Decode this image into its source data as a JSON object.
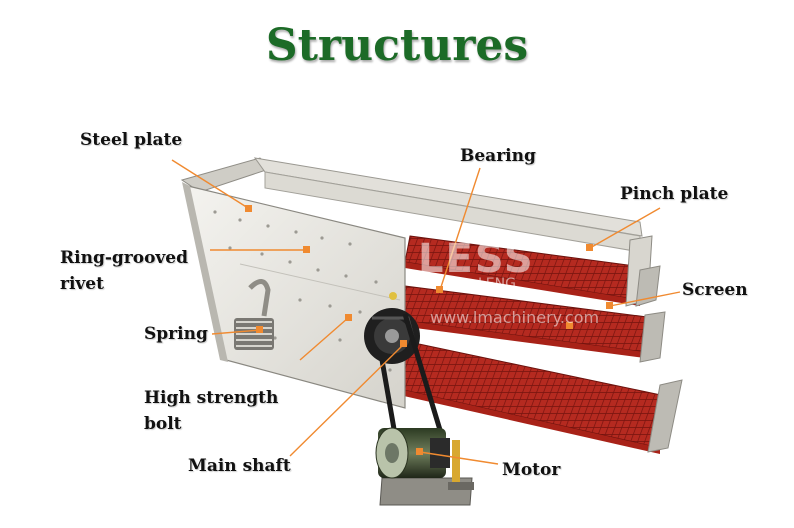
{
  "title": "Structures",
  "labels": {
    "steel_plate": "Steel plate",
    "bearing": "Bearing",
    "pinch_plate": "Pinch plate",
    "ring_grooved_rivet_line1": "Ring-grooved",
    "ring_grooved_rivet_line2": "rivet",
    "screen": "Screen",
    "spring": "Spring",
    "high_strength_bolt_line1": "High strength",
    "high_strength_bolt_line2": "bolt",
    "main_shaft": "Main shaft",
    "motor": "Motor"
  },
  "watermark": {
    "brand": "LESS",
    "subbrand": "LENG",
    "url": "www.lmachinery.com"
  },
  "colors": {
    "title": "#1c6b27",
    "callout": "#f08a30",
    "screen": "#b52a20",
    "frame": "#e8e6e0"
  }
}
